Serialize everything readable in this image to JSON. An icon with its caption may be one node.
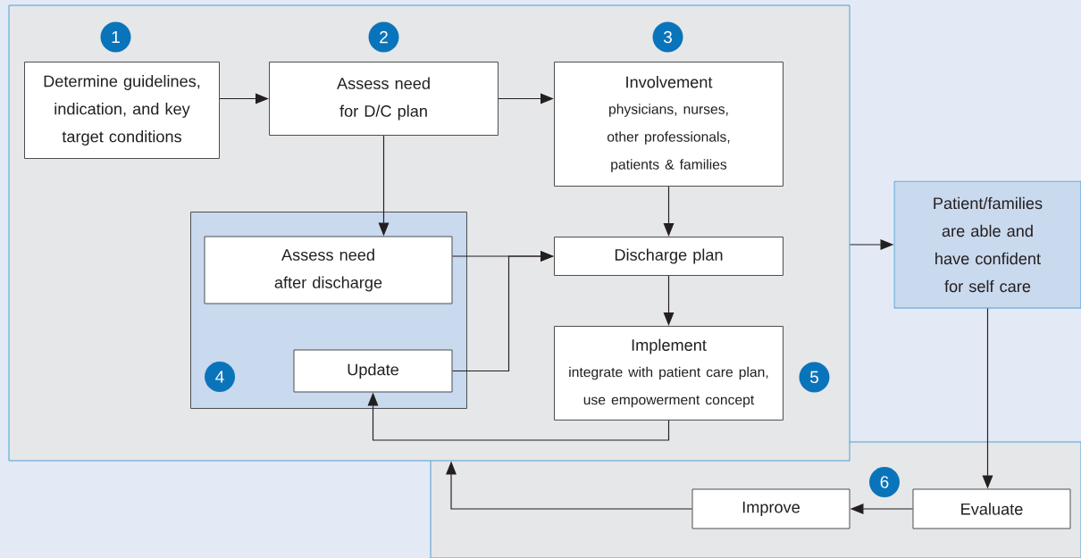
{
  "diagram": {
    "nodes": [
      {
        "text": [],
        "shape": "box"
      },
      {
        "text": [
          "1"
        ],
        "in": 0
      },
      {
        "text": [
          "2"
        ],
        "in": 0
      },
      {
        "text": [
          "3"
        ],
        "in": 0
      },
      {
        "text": [
          "Determine guidelines, indication, and key target conditions"
        ],
        "in": 0
      },
      {
        "text": [
          "Assess need for D/C plan"
        ],
        "in": 0
      },
      {
        "text": [
          "Involvement",
          "physicians, nurses, other professionals, patients & families"
        ],
        "in": 0
      },
      {
        "text": [],
        "shape": "box",
        "in": 0
      },
      {
        "text": [
          "Assess need after discharge"
        ],
        "in": 7
      },
      {
        "text": [
          "Update"
        ],
        "in": 7
      },
      {
        "text": [
          "4"
        ],
        "in": 7
      },
      {
        "text": [
          "Discharge plan"
        ],
        "in": 0
      },
      {
        "text": [
          "Patient/families are able and have confident for self care"
        ]
      },
      {
        "text": [
          "Implement",
          "integrate with patient care plan, use empowerment concept"
        ],
        "in": 0
      },
      {
        "text": [
          "5"
        ],
        "in": 0
      },
      {
        "text": [
          "6"
        ]
      },
      {
        "text": [
          "Improve"
        ]
      },
      {
        "text": [
          "Evaluate"
        ]
      }
    ],
    "edges": [
      {
        "from": 4,
        "to": 5,
        "arrow": "to"
      },
      {
        "from": 5,
        "to": 6,
        "arrow": "to"
      },
      {
        "from": 5,
        "to": 8,
        "arrow": "to"
      },
      {
        "from": 6,
        "to": 11,
        "arrow": "to"
      },
      {
        "from": 8,
        "to": 11,
        "arrow": "to"
      },
      {
        "from": 9,
        "to": 11,
        "arrow": "to"
      },
      {
        "from": 11,
        "to": 13,
        "arrow": "to"
      },
      {
        "from": 13,
        "to": 9,
        "arrow": "to"
      },
      {
        "from": 0,
        "to": 12,
        "arrow": "to"
      },
      {
        "from": 12,
        "to": 17,
        "arrow": "to"
      },
      {
        "from": 17,
        "to": 16,
        "arrow": "to"
      },
      {
        "from": 16,
        "to": 0,
        "arrow": "to"
      }
    ]
  }
}
